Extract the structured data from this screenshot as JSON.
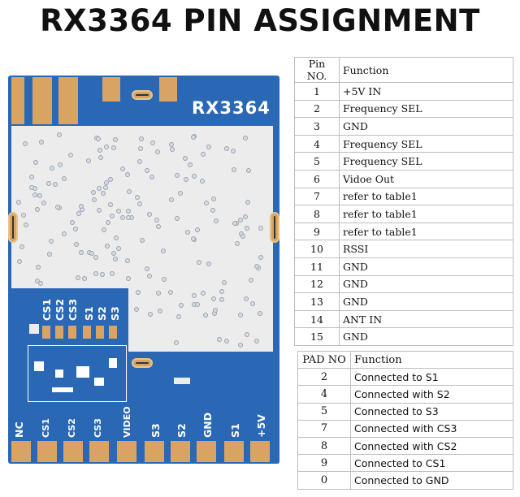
{
  "title": "RX3364 PIN ASSIGNMENT",
  "board": {
    "model": "RX3364",
    "top_labels": [
      "CS1",
      "CS2",
      "CS3",
      "S1",
      "S2",
      "S3"
    ],
    "bottom_labels": [
      "NC",
      "CS1",
      "CS2",
      "CS3",
      "VIDEO",
      "S3",
      "S2",
      "GND",
      "S1",
      "+5V"
    ]
  },
  "pin_table": {
    "headers": [
      "Pin NO.",
      "Function"
    ],
    "rows": [
      {
        "no": "1",
        "function": "+5V IN"
      },
      {
        "no": "2",
        "function": "Frequency SEL"
      },
      {
        "no": "3",
        "function": "GND"
      },
      {
        "no": "4",
        "function": "Frequency SEL"
      },
      {
        "no": "5",
        "function": "Frequency SEL"
      },
      {
        "no": "6",
        "function": "Vidoe Out"
      },
      {
        "no": "7",
        "function": "refer to  table1"
      },
      {
        "no": "8",
        "function": "refer to  table1"
      },
      {
        "no": "9",
        "function": "refer to  table1"
      },
      {
        "no": "10",
        "function": "RSSI"
      },
      {
        "no": "11",
        "function": "GND"
      },
      {
        "no": "12",
        "function": "GND"
      },
      {
        "no": "13",
        "function": "GND"
      },
      {
        "no": "14",
        "function": "ANT IN"
      },
      {
        "no": "15",
        "function": "GND"
      }
    ]
  },
  "pad_table": {
    "headers": [
      "PAD NO",
      "Function"
    ],
    "rows": [
      {
        "no": "2",
        "function": "Connected to S1"
      },
      {
        "no": "4",
        "function": "Connected with S2"
      },
      {
        "no": "5",
        "function": "Connected to S3"
      },
      {
        "no": "7",
        "function": "Connected with CS3"
      },
      {
        "no": "8",
        "function": "Connected with CS2"
      },
      {
        "no": "9",
        "function": "Connected to CS1"
      },
      {
        "no": "0",
        "function": "Connected to GND"
      }
    ]
  },
  "colors": {
    "pcb_blue": "#2a68b6",
    "copper": "#d9a463",
    "shield": "#ececec"
  }
}
